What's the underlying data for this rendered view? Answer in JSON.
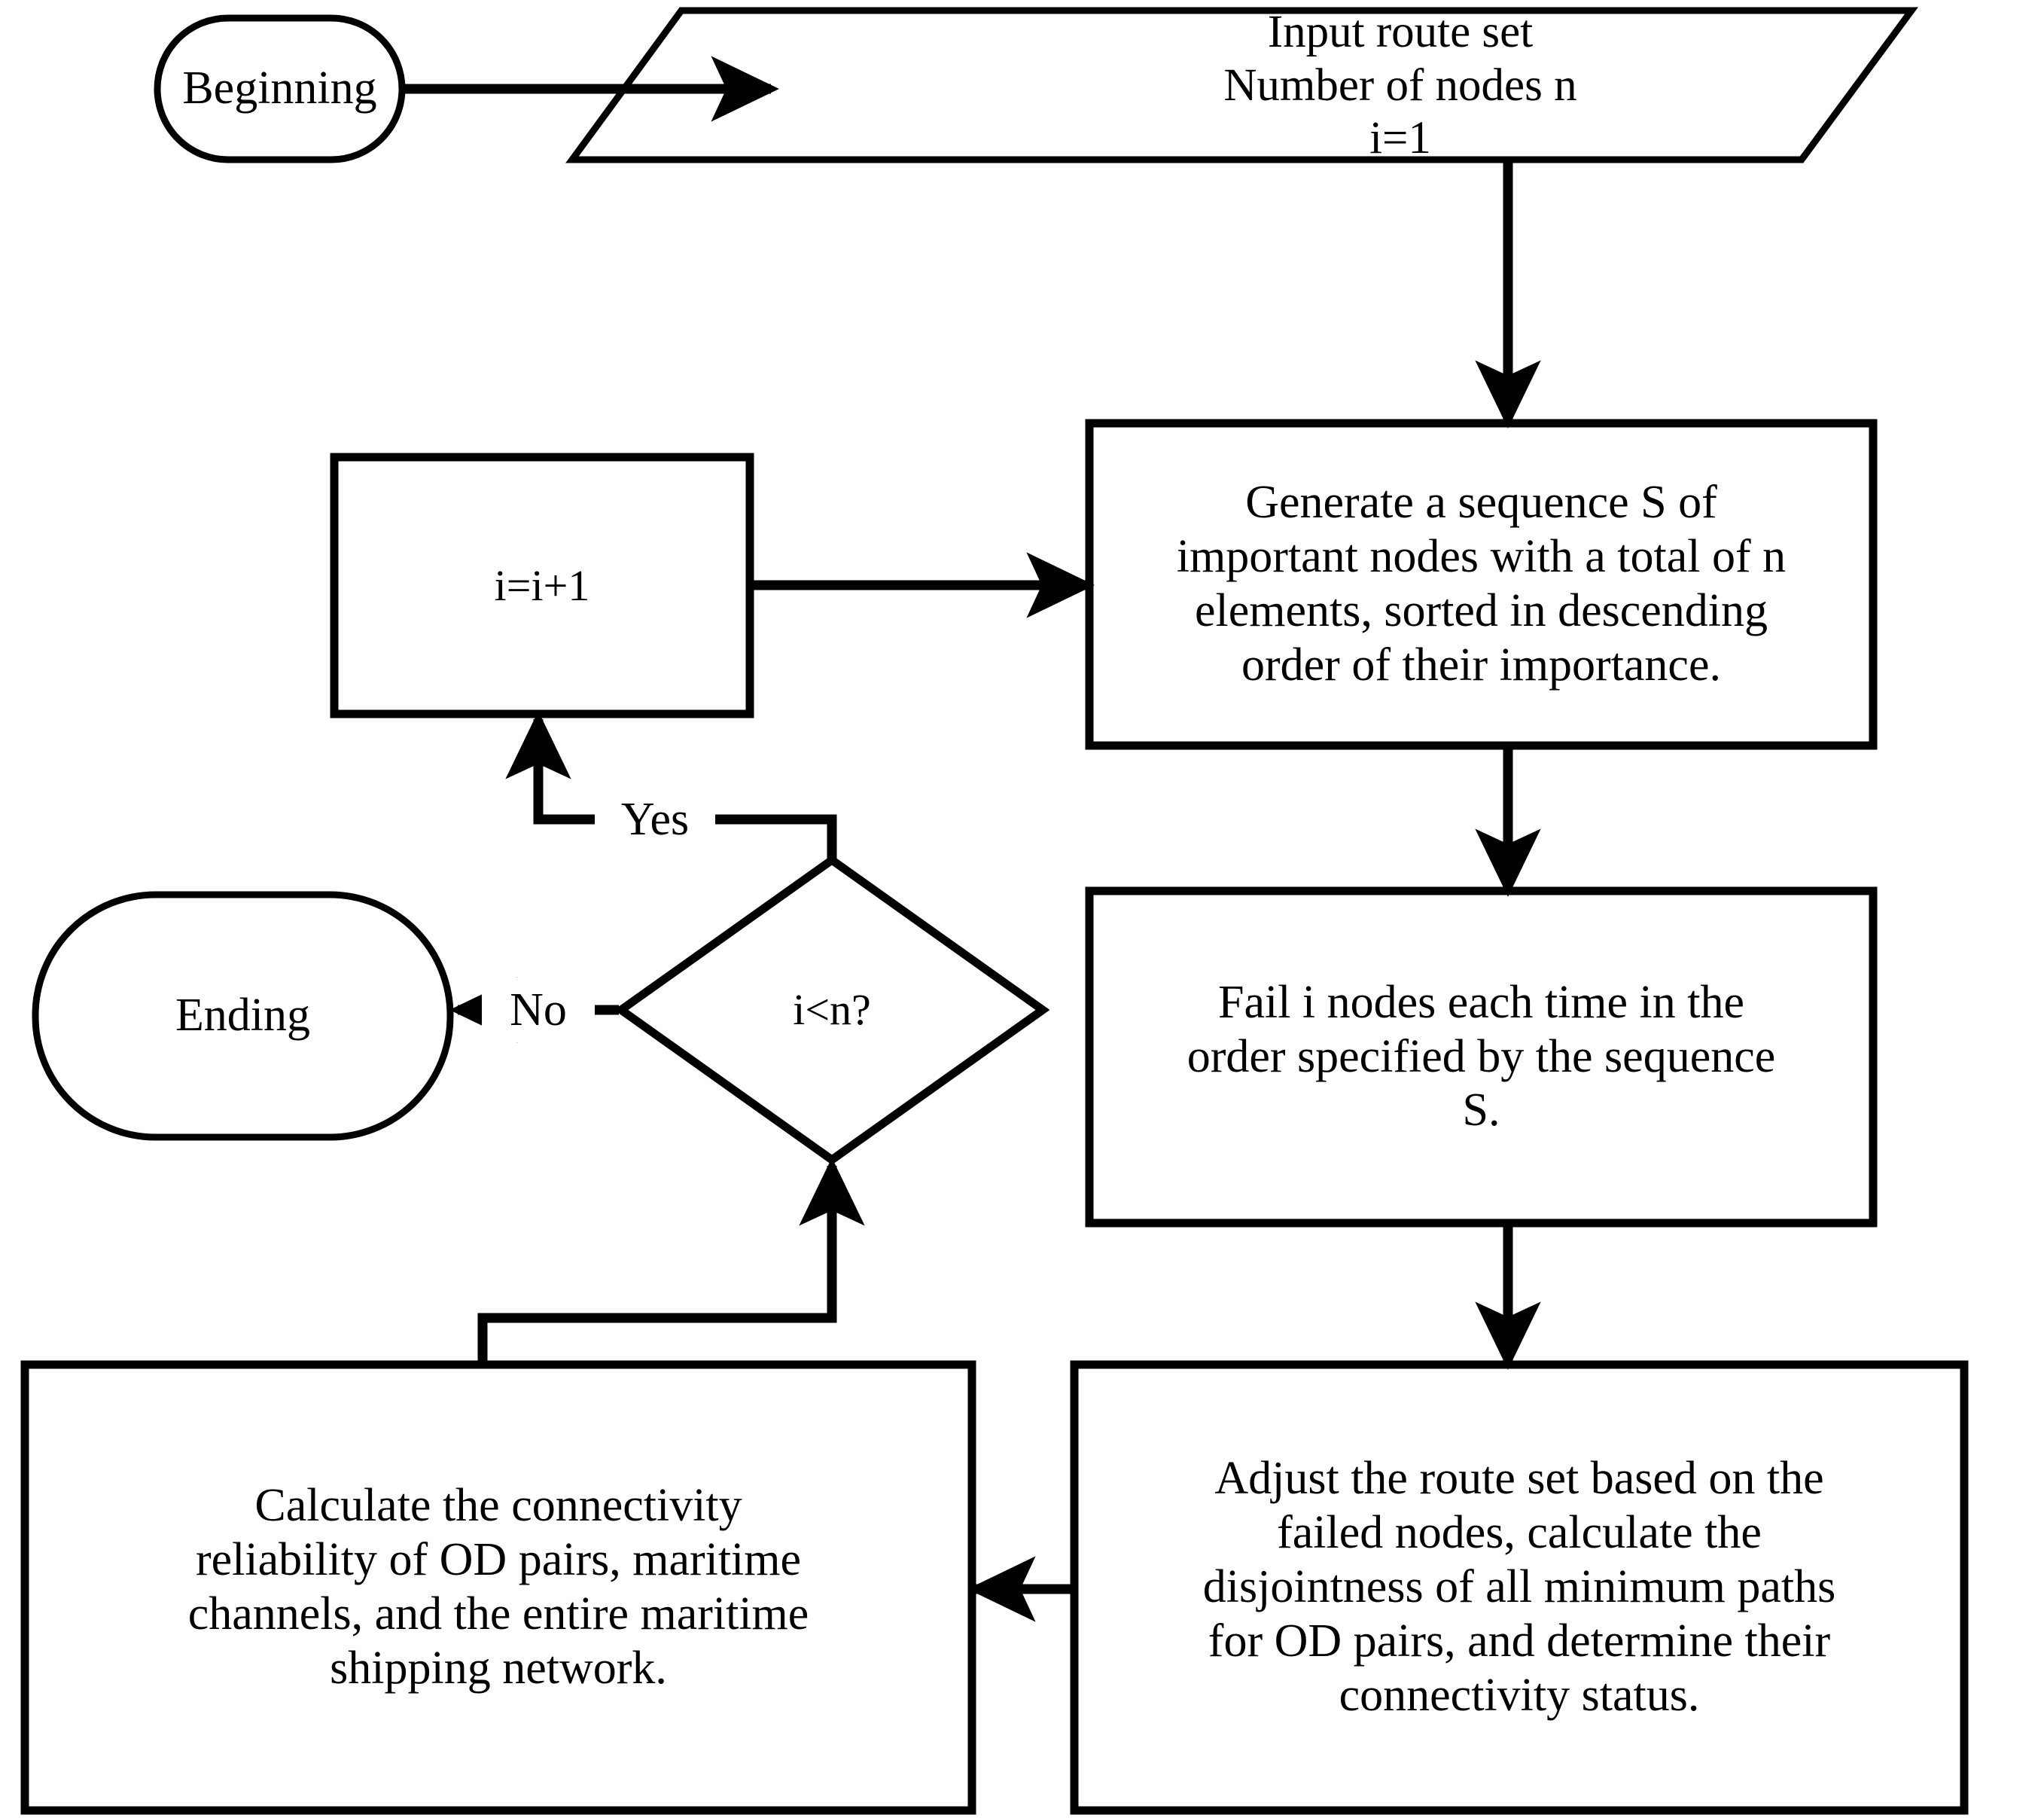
{
  "diagram": {
    "title": "Connectivity reliability evaluation flowchart",
    "stroke_color": "#000000",
    "fill_color": "#ffffff",
    "background": "#ffffff"
  },
  "nodes": {
    "beginning": {
      "label": "Beginning",
      "shape": "stadium"
    },
    "input": {
      "label": "Input route set\nNumber of nodes n\ni=1",
      "shape": "parallelogram"
    },
    "generate": {
      "label": "Generate a sequence S of\nimportant nodes with a total of n\nelements, sorted in descending\norder of their importance.",
      "shape": "rectangle"
    },
    "increment": {
      "label": "i=i+1",
      "shape": "rectangle"
    },
    "decision": {
      "label": "i<n?",
      "shape": "diamond"
    },
    "ending": {
      "label": "Ending",
      "shape": "stadium"
    },
    "fail": {
      "label": "Fail i nodes each time in the\norder specified by the sequence\nS.",
      "shape": "rectangle"
    },
    "adjust": {
      "label": "Adjust the route set based on the\nfailed nodes, calculate the\ndisjointness of all minimum paths\nfor OD pairs, and determine their\nconnectivity status.",
      "shape": "rectangle"
    },
    "calculate": {
      "label": "Calculate the connectivity\nreliability of OD pairs, maritime\nchannels, and the entire maritime\nshipping network.",
      "shape": "rectangle"
    }
  },
  "edges": {
    "beginning_to_input": {
      "label": ""
    },
    "input_to_generate": {
      "label": ""
    },
    "generate_to_fail": {
      "label": ""
    },
    "fail_to_adjust": {
      "label": ""
    },
    "adjust_to_calculate": {
      "label": ""
    },
    "calculate_to_decision": {
      "label": ""
    },
    "decision_to_increment": {
      "label": "Yes"
    },
    "decision_to_ending": {
      "label": "No"
    },
    "increment_to_generate": {
      "label": ""
    }
  }
}
